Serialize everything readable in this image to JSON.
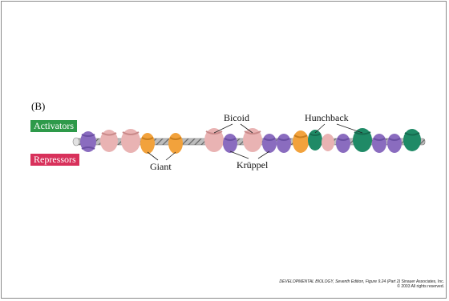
{
  "panel": {
    "label": "(B)"
  },
  "legend": {
    "activators": "Activators",
    "repressors": "Repressors"
  },
  "proteins": {
    "bicoid": "Bicoid",
    "hunchback": "Hunchback",
    "giant": "Giant",
    "kruppel": "Krüppel"
  },
  "colors": {
    "activator_tag": "#2e9a4a",
    "repressor_tag": "#d8315b",
    "bicoid": "#e9b3b3",
    "hunchback": "#1f8a66",
    "giant": "#f2a23c",
    "kruppel": "#8a6cbf",
    "dna": "#9a9a9a"
  },
  "credit": {
    "line1": "DEVELOPMENTAL BIOLOGY, Seventh Edition, Figure 9.24 (Part 2)",
    "line1_suffix": " Sinauer Associates, Inc.",
    "line2": "© 2003 All rights reserved."
  }
}
